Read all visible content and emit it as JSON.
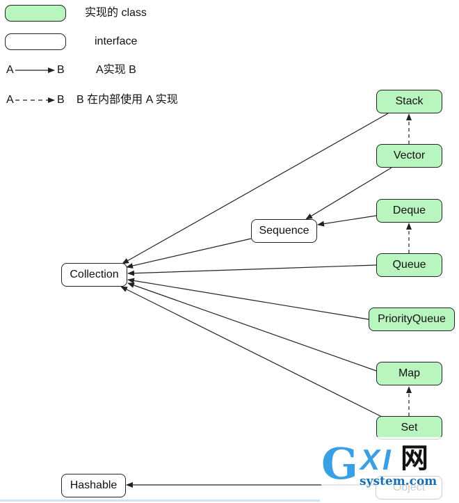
{
  "legend": {
    "class_label": "实现的 class",
    "interface_label": "interface",
    "impl_arrow_a": "A",
    "impl_arrow_b": "B",
    "impl_text": "A实现 B",
    "use_arrow_a": "A",
    "use_arrow_b": "B",
    "use_text": "B 在内部使用 A 实现"
  },
  "nodes": {
    "stack": "Stack",
    "vector": "Vector",
    "deque": "Deque",
    "queue": "Queue",
    "priority_queue": "PriorityQueue",
    "map": "Map",
    "set": "Set",
    "object": "Object",
    "sequence": "Sequence",
    "collection": "Collection",
    "hashable": "Hashable"
  },
  "watermark": {
    "g": "G",
    "xi": "XI",
    "net": "网",
    "sub": "system.com"
  },
  "colors": {
    "class_fill": "#b9f5bf",
    "interface_fill": "#ffffff",
    "line": "#222222"
  }
}
